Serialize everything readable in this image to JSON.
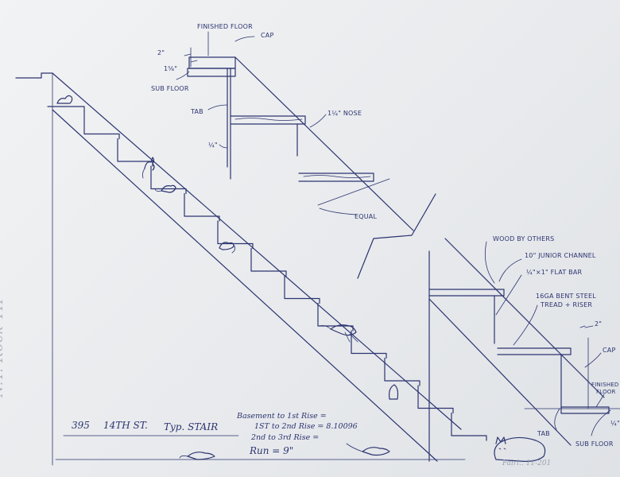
{
  "title_block": {
    "address": "395",
    "street": "14TH ST.",
    "drawing": "Typ. STAIR",
    "rise_basement": "Basement to 1st Rise =",
    "rise_1st_2nd": "1ST to 2nd Rise = 8.10096",
    "rise_2nd_3rd": "2nd to 3rd Rise =",
    "run": "Run = 9\""
  },
  "labels": {
    "finished_floor_top": "FINISHED FLOOR",
    "cap_top": "CAP",
    "dim_2in": "2\"",
    "dim_1_5_8": "1⅝\"",
    "sub_floor": "SUB FLOOR",
    "tab_top": "TAB",
    "nose": "1¼\" NOSE",
    "dim_quarter_top": "¼\"",
    "equal": "EQUAL",
    "wood_by_others": "WOOD BY OTHERS",
    "junior_channel": "10\" JUNIOR CHANNEL",
    "flat_bar": "¼\"×1\" FLAT BAR",
    "bent_steel_1": "16GA BENT STEEL",
    "bent_steel_2": "TREAD + RISER",
    "dim_2in_right": "2\"",
    "cap_right": "CAP",
    "finished_floor_right_1": "FINISHED",
    "finished_floor_right_2": "FLOOR",
    "tab_bottom": "TAB",
    "sub_floor_right": "SUB FLOOR",
    "dim_quarter_right": "¼\"",
    "side_note": "N.Y. Rock TH",
    "signature": "Fairl.. 11-201"
  },
  "ink_color": "#2c3470",
  "paper_color": "#eceef0"
}
